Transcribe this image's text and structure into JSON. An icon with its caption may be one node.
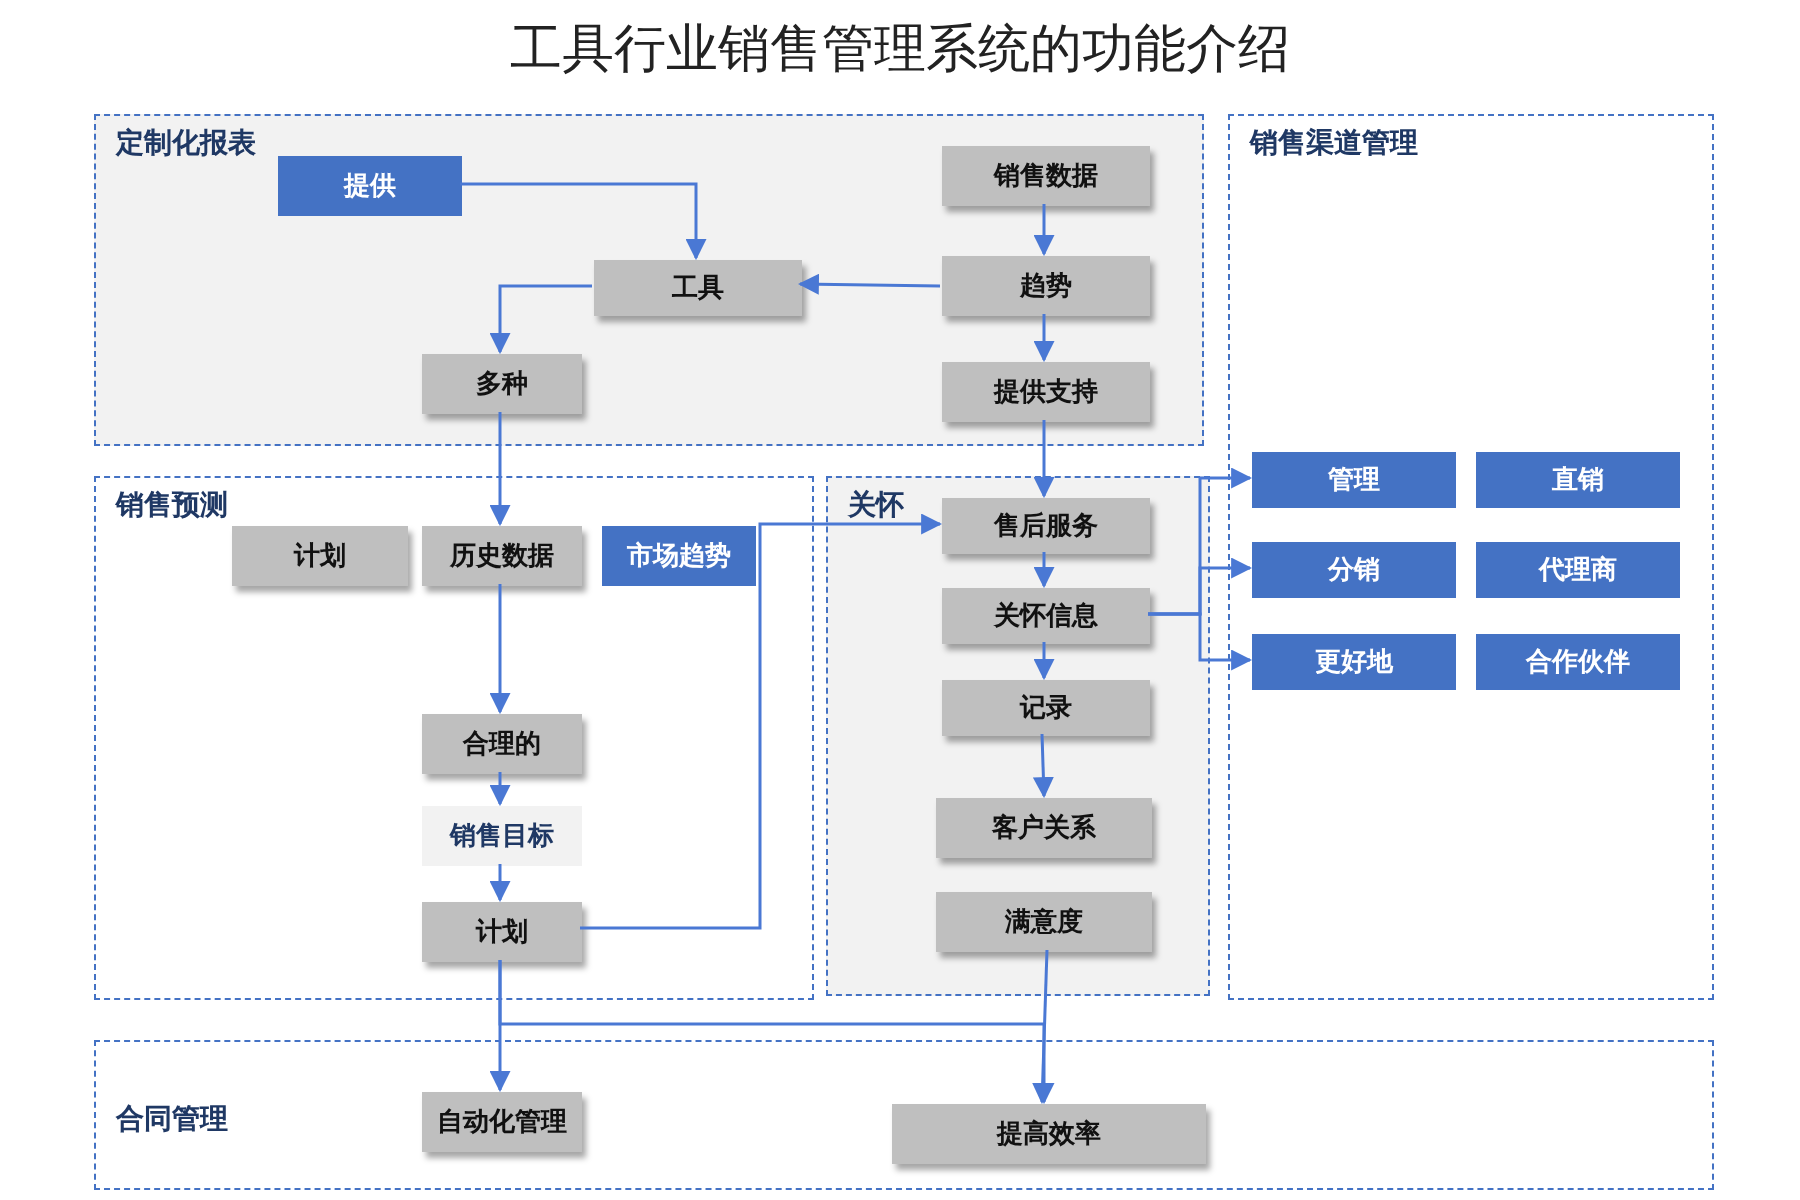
{
  "diagram": {
    "title": "工具行业销售管理系统的功能介绍",
    "nodes": [
      {
        "text": [
          "定制化报表"
        ]
      },
      {
        "text": [
          "提供"
        ],
        "in": 0
      },
      {
        "text": [
          "销售数据"
        ],
        "in": 0
      },
      {
        "text": [
          "工具"
        ],
        "in": 0
      },
      {
        "text": [
          "趋势"
        ],
        "in": 0
      },
      {
        "text": [
          "多种"
        ],
        "in": 0
      },
      {
        "text": [
          "提供支持"
        ],
        "in": 0
      },
      {
        "text": [
          "销售预测"
        ]
      },
      {
        "text": [
          "计划"
        ],
        "in": 7
      },
      {
        "text": [
          "历史数据"
        ],
        "in": 7
      },
      {
        "text": [
          "市场趋势"
        ],
        "in": 7
      },
      {
        "text": [
          "合理的"
        ],
        "in": 7
      },
      {
        "text": [
          "销售目标"
        ],
        "in": 7
      },
      {
        "text": [
          "计划"
        ],
        "in": 7
      },
      {
        "text": [
          "关怀"
        ]
      },
      {
        "text": [
          "售后服务"
        ],
        "in": 14
      },
      {
        "text": [
          "关怀信息"
        ],
        "in": 14
      },
      {
        "text": [
          "记录"
        ],
        "in": 14
      },
      {
        "text": [
          "客户关系"
        ],
        "in": 14
      },
      {
        "text": [
          "满意度"
        ],
        "in": 14
      },
      {
        "text": [
          "销售渠道管理"
        ]
      },
      {
        "text": [
          "管理"
        ],
        "in": 20
      },
      {
        "text": [
          "直销"
        ],
        "in": 20
      },
      {
        "text": [
          "分销"
        ],
        "in": 20
      },
      {
        "text": [
          "代理商"
        ],
        "in": 20
      },
      {
        "text": [
          "更好地"
        ],
        "in": 20
      },
      {
        "text": [
          "合作伙伴"
        ],
        "in": 20
      },
      {
        "text": [
          "合同管理"
        ]
      },
      {
        "text": [
          "自动化管理"
        ],
        "in": 27
      },
      {
        "text": [
          "提高效率"
        ],
        "in": 27
      }
    ],
    "edges": [
      {
        "from": 1,
        "to": 3,
        "arrow": "to"
      },
      {
        "from": 2,
        "to": 4,
        "arrow": "to"
      },
      {
        "from": 4,
        "to": 3,
        "arrow": "to"
      },
      {
        "from": 3,
        "to": 5,
        "arrow": "to"
      },
      {
        "from": 4,
        "to": 6,
        "arrow": "to"
      },
      {
        "from": 5,
        "to": 9,
        "arrow": "to"
      },
      {
        "from": 6,
        "to": 15,
        "arrow": "to"
      },
      {
        "from": 9,
        "to": 11,
        "arrow": "to"
      },
      {
        "from": 11,
        "to": 12,
        "arrow": "to"
      },
      {
        "from": 12,
        "to": 13,
        "arrow": "to"
      },
      {
        "from": 13,
        "to": 15,
        "arrow": "to"
      },
      {
        "from": 15,
        "to": 16,
        "arrow": "to"
      },
      {
        "from": 16,
        "to": 17,
        "arrow": "to"
      },
      {
        "from": 17,
        "to": 18,
        "arrow": "to"
      },
      {
        "from": 16,
        "to": 21,
        "arrow": "to"
      },
      {
        "from": 16,
        "to": 23,
        "arrow": "to"
      },
      {
        "from": 16,
        "to": 25,
        "arrow": "to"
      },
      {
        "from": 13,
        "to": 28,
        "arrow": "to"
      },
      {
        "from": 13,
        "to": 29,
        "arrow": "to"
      },
      {
        "from": 19,
        "to": 29,
        "arrow": "to"
      }
    ]
  }
}
